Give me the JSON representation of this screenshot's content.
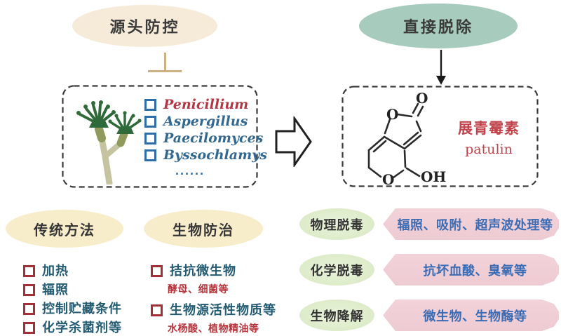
{
  "top": {
    "source_control": {
      "label": "源头防控"
    },
    "direct_removal": {
      "label": "直接脱除"
    }
  },
  "fungi_box": {
    "items": [
      "Penicillium",
      "Aspergillus",
      "Paecilomyces",
      "Byssochlamys",
      "......"
    ]
  },
  "toxin": {
    "name_cn": "展青霉素",
    "name_en": "patulin",
    "structure_atoms": {
      "ring_o_top": "O",
      "carbonyl_o": "O",
      "ring_o_bottom": "O",
      "hydroxyl": "OH"
    }
  },
  "traditional": {
    "title": "传统方法",
    "items": [
      "加热",
      "辐照",
      "控制贮藏条件",
      "化学杀菌剂等"
    ]
  },
  "biological": {
    "title": "生物防治",
    "items": [
      {
        "label": "拮抗微生物",
        "sub": "酵母、细菌等"
      },
      {
        "label": "生物源活性物质等",
        "sub": "水杨酸、植物精油等"
      }
    ]
  },
  "removal_rows": [
    {
      "title": "物理脱毒",
      "detail": "辐照、吸附、超声波处理等"
    },
    {
      "title": "化学脱毒",
      "detail": "抗坏血酸、臭氧等"
    },
    {
      "title": "生物降解",
      "detail": "微生物、生物酶等"
    }
  ],
  "colors": {
    "cream_ellipse_top": "#f6ebd8",
    "cream_ellipse_bottom": "#f8edca",
    "green_ellipse_big": "#a7cbbc",
    "green_ellipse_small": "#dcebc8",
    "pink_tag": "#f0ced5",
    "teal_text": "#235c72",
    "red_accent": "#a33038",
    "blue_detail_text": "#3c6cb4",
    "species_blue": "#33688f",
    "species_red": "#b23844",
    "toxin_red": "#c2434b",
    "inhibition_bar": "#cbb183"
  }
}
